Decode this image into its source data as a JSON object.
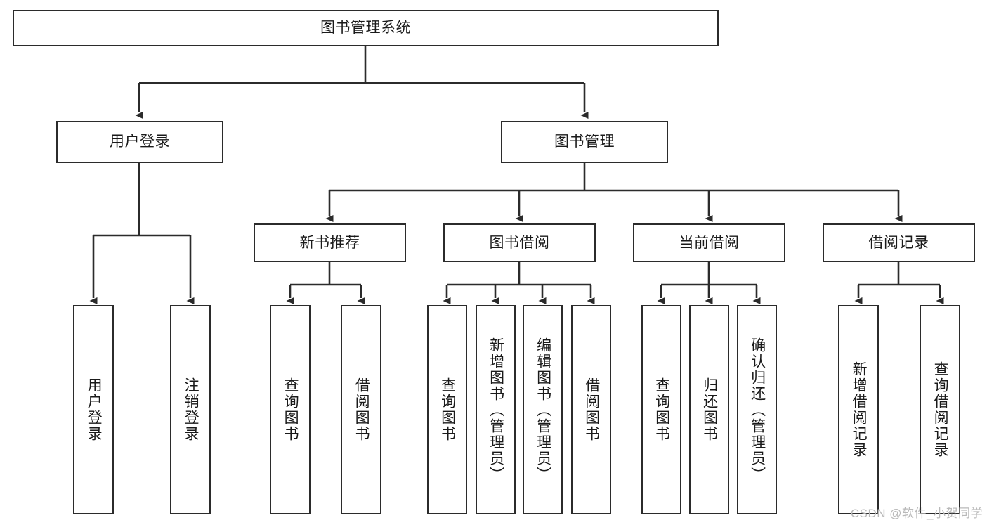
{
  "diagram": {
    "title": "图书管理系统",
    "type": "hierarchy-tree",
    "root": {
      "id": "root",
      "label": "图书管理系统"
    },
    "level1": [
      {
        "id": "user-login",
        "label": "用户登录"
      },
      {
        "id": "book-manage",
        "label": "图书管理"
      }
    ],
    "level2": [
      {
        "id": "new-book-rec",
        "label": "新书推荐",
        "parent": "book-manage"
      },
      {
        "id": "book-borrow",
        "label": "图书借阅",
        "parent": "book-manage"
      },
      {
        "id": "current-borrow",
        "label": "当前借阅",
        "parent": "book-manage"
      },
      {
        "id": "borrow-record",
        "label": "借阅记录",
        "parent": "book-manage"
      }
    ],
    "leaves": [
      {
        "id": "leaf-user-login",
        "label": "用户登录",
        "parent": "user-login"
      },
      {
        "id": "leaf-logout",
        "label": "注销登录",
        "parent": "user-login"
      },
      {
        "id": "leaf-query-book-1",
        "label": "查询图书",
        "parent": "new-book-rec"
      },
      {
        "id": "leaf-borrow-book-1",
        "label": "借阅图书",
        "parent": "new-book-rec"
      },
      {
        "id": "leaf-query-book-2",
        "label": "查询图书",
        "parent": "book-borrow"
      },
      {
        "id": "leaf-add-book",
        "label": "新增图书（管理员）",
        "parent": "book-borrow"
      },
      {
        "id": "leaf-edit-book",
        "label": "编辑图书（管理员）",
        "parent": "book-borrow"
      },
      {
        "id": "leaf-borrow-book-2",
        "label": "借阅图书",
        "parent": "book-borrow"
      },
      {
        "id": "leaf-query-book-3",
        "label": "查询图书",
        "parent": "current-borrow"
      },
      {
        "id": "leaf-return-book",
        "label": "归还图书",
        "parent": "current-borrow"
      },
      {
        "id": "leaf-confirm-return",
        "label": "确认归还（管理员）",
        "parent": "current-borrow"
      },
      {
        "id": "leaf-add-record",
        "label": "新增借阅记录",
        "parent": "borrow-record"
      },
      {
        "id": "leaf-query-record",
        "label": "查询借阅记录",
        "parent": "borrow-record"
      }
    ],
    "colors": {
      "border": "#2b2b2b",
      "background": "#ffffff",
      "text": "#1a1a1a",
      "watermark": "#b9b9b9"
    }
  },
  "watermark": {
    "text": "CSDN @软件_小贺同学"
  }
}
